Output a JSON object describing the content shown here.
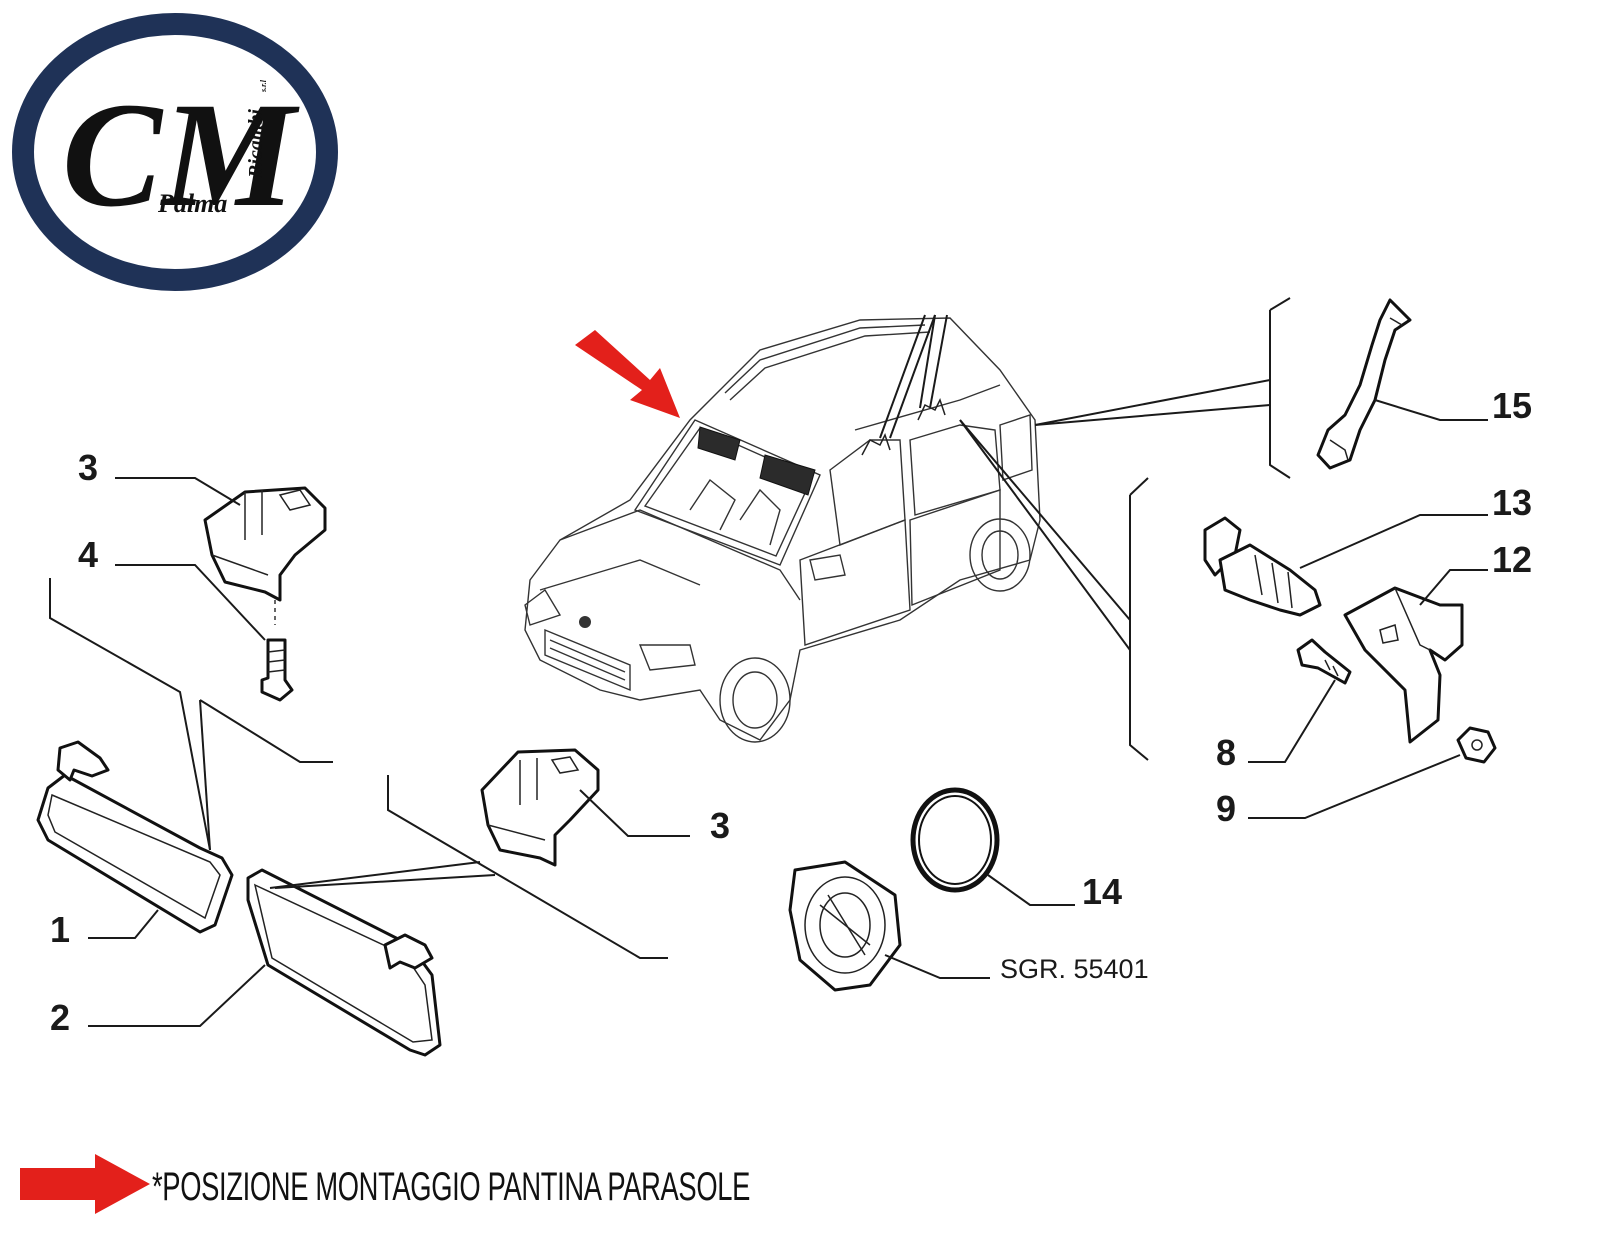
{
  "logo": {
    "initials": "CM",
    "name": "Palma",
    "subtitle": "Ricambi",
    "suffix": "s.r.l",
    "ring_color": "#1f3257"
  },
  "labels": {
    "l1": "1",
    "l2": "2",
    "l3a": "3",
    "l3b": "3",
    "l4": "4",
    "l8": "8",
    "l9": "9",
    "l12": "12",
    "l13": "13",
    "l14": "14",
    "l15": "15"
  },
  "reference": "SGR. 55401",
  "caption": "*POSIZIONE MONTAGGIO PANTINA PARASOLE",
  "colors": {
    "arrow": "#e3201b",
    "line": "#1a1a1a"
  },
  "icons": {
    "pointer_arrow": "red-arrow-icon"
  }
}
